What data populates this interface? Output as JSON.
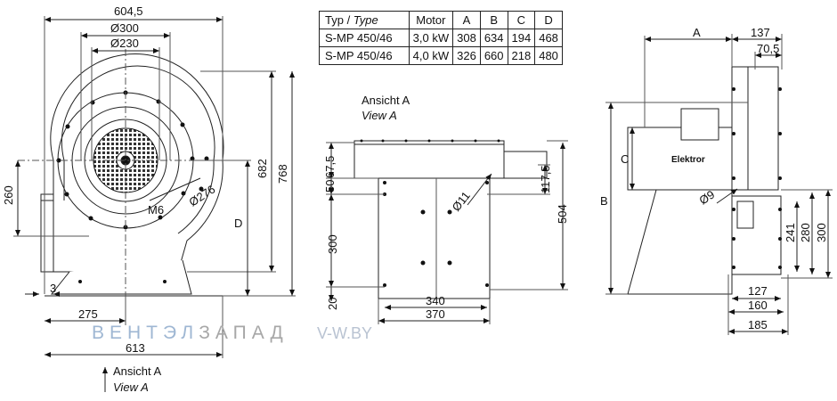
{
  "table": {
    "header": {
      "typ": "Typ / ",
      "type": "Type",
      "motor": "Motor",
      "a": "A",
      "b": "B",
      "c": "C",
      "d": "D"
    },
    "rows": [
      {
        "typ": "S-MP 450/46",
        "motor": "3,0 kW",
        "a": "308",
        "b": "634",
        "c": "194",
        "d": "468"
      },
      {
        "typ": "S-MP 450/46",
        "motor": "4,0 kW",
        "a": "326",
        "b": "660",
        "c": "218",
        "d": "480"
      }
    ]
  },
  "front_view": {
    "dims": {
      "width_top": "604,5",
      "d300": "Ø300",
      "d230": "Ø230",
      "h260": "260",
      "h682": "682",
      "h768": "768",
      "d": "D",
      "d276": "Ø276",
      "m6": "M6",
      "three": "3",
      "w275": "275",
      "w613": "613"
    },
    "ansicht": "Ansicht A",
    "view": "View A"
  },
  "middle_view": {
    "title": "Ansicht A",
    "subtitle": "View A",
    "dims": {
      "d67_5": "67,5",
      "d50": "50",
      "d60": "60",
      "d300": "300",
      "d20": "20",
      "d117_5": "117,5",
      "d504": "504",
      "d11": "Ø11",
      "d340": "340",
      "d370": "370"
    }
  },
  "side_view": {
    "brand": "Elektror",
    "dims": {
      "a": "A",
      "d137": "137",
      "d70_5": "70,5",
      "c": "C",
      "b": "B",
      "d9": "Ø9",
      "d241": "241",
      "d280": "280",
      "d300": "300",
      "d127": "127",
      "d160": "160",
      "d185": "185"
    }
  },
  "watermark": {
    "blue_part": "ВЕНТЭЛ",
    "grey_part": "ЗАПАД",
    "site": "V-W.BY",
    "blue": "#9fb7d3",
    "grey": "#a7a7a7"
  }
}
